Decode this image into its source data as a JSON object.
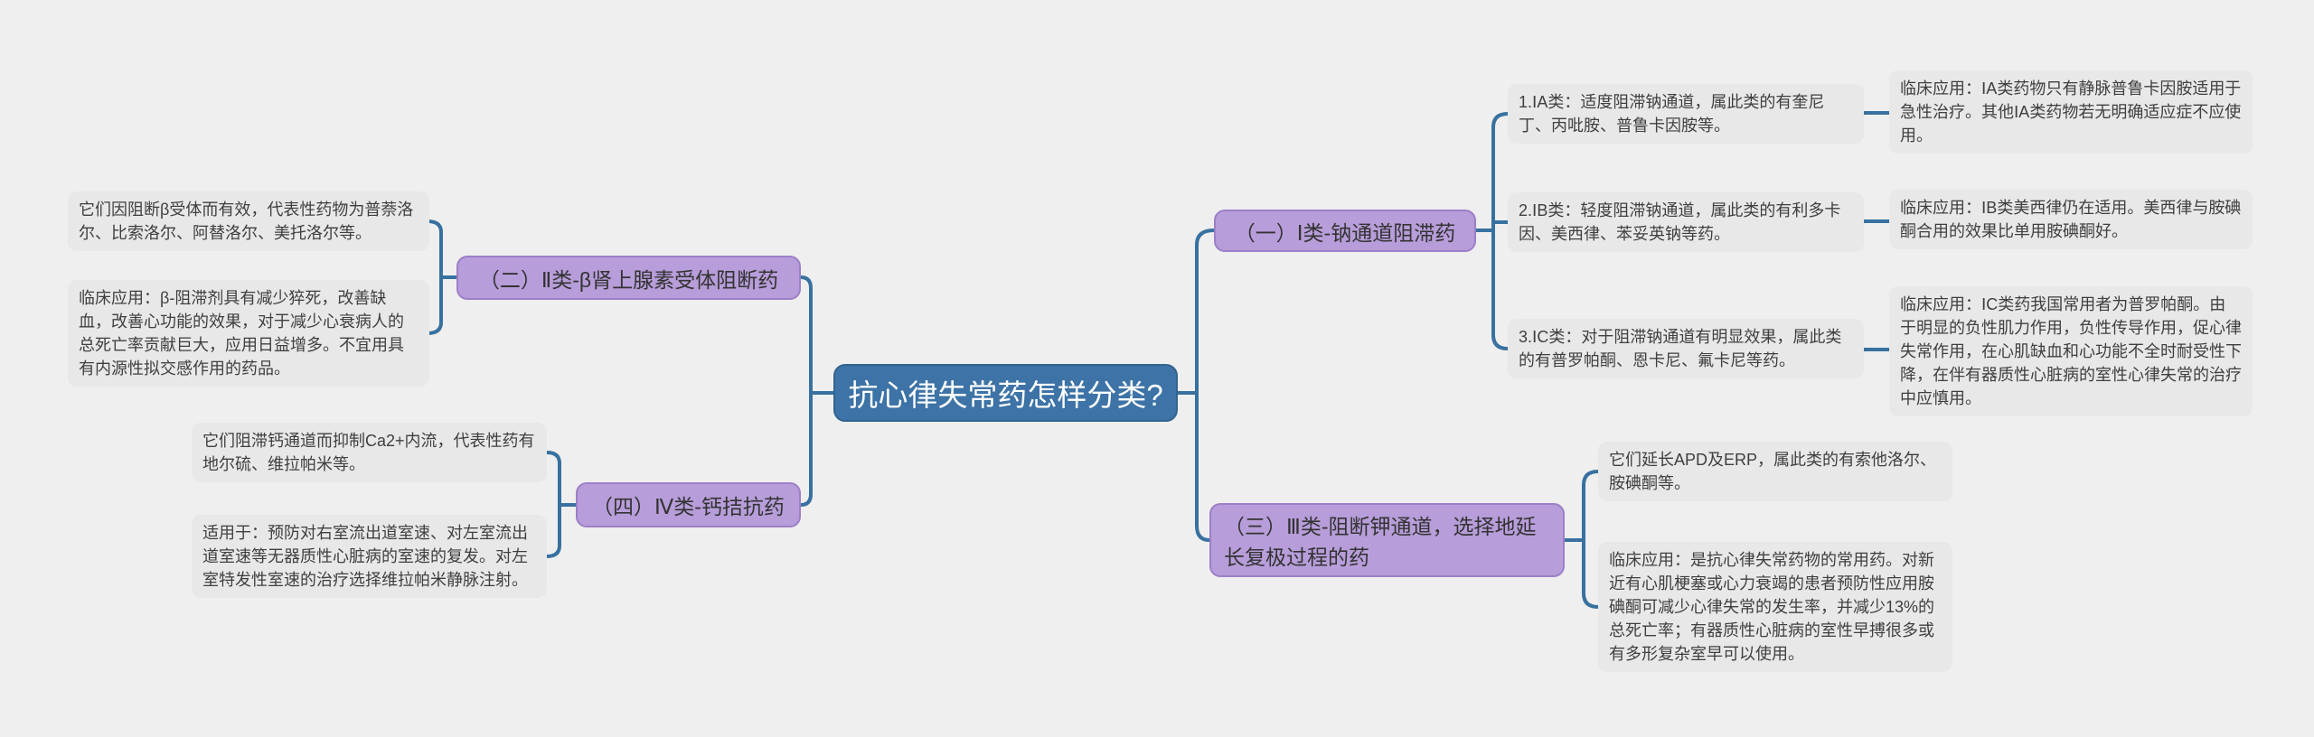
{
  "diagram_type": "mindmap",
  "colors": {
    "background": "#efefef",
    "central_fill": "#3d73a6",
    "central_border": "#33648f",
    "central_text": "#ffffff",
    "branch_fill": "#b79dd9",
    "branch_border": "#9c7fc7",
    "branch_text": "#333333",
    "leaf_fill": "#e8e8e8",
    "leaf_text": "#3f3f3f",
    "connector": "#38719f"
  },
  "central": {
    "label": "抗心律失常药怎样分类?"
  },
  "branches": [
    {
      "label": "（一）Ⅰ类-钠通道阻滞药",
      "children": [
        {
          "label": "1.ⅠA类：适度阻滞钠通道，属此类的有奎尼丁、丙吡胺、普鲁卡因胺等。",
          "clinical": "临床应用：ⅠA类药物只有静脉普鲁卡因胺适用于急性治疗。其他ⅠA类药物若无明确适应症不应使用。"
        },
        {
          "label": "2.ⅠB类：轻度阻滞钠通道，属此类的有利多卡因、美西律、苯妥英钠等药。",
          "clinical": "临床应用：ⅠB类美西律仍在适用。美西律与胺碘酮合用的效果比单用胺碘酮好。"
        },
        {
          "label": "3.ⅠC类：对于阻滞钠通道有明显效果，属此类的有普罗帕酮、恩卡尼、氟卡尼等药。",
          "clinical": "临床应用：ⅠC类药我国常用者为普罗帕酮。由于明显的负性肌力作用，负性传导作用，促心律失常作用，在心肌缺血和心功能不全时耐受性下降，在伴有器质性心脏病的室性心律失常的治疗中应慎用。"
        }
      ]
    },
    {
      "label": "（二）Ⅱ类-β肾上腺素受体阻断药",
      "children": [
        {
          "label": "它们因阻断β受体而有效，代表性药物为普萘洛尔、比索洛尔、阿替洛尔、美托洛尔等。"
        },
        {
          "label": "临床应用：β-阻滞剂具有减少猝死，改善缺血，改善心功能的效果，对于减少心衰病人的总死亡率贡献巨大，应用日益增多。不宜用具有内源性拟交感作用的药品。"
        }
      ]
    },
    {
      "label": "（三）Ⅲ类-阻断钾通道，选择地延长复极过程的药",
      "children": [
        {
          "label": "它们延长APD及ERP，属此类的有索他洛尔、胺碘酮等。"
        },
        {
          "label": "临床应用：是抗心律失常药物的常用药。对新近有心肌梗塞或心力衰竭的患者预防性应用胺碘酮可减少心律失常的发生率，并减少13%的总死亡率；有器质性心脏病的室性早搏很多或有多形复杂室早可以使用。"
        }
      ]
    },
    {
      "label": "（四）Ⅳ类-钙拮抗药",
      "children": [
        {
          "label": "它们阻滞钙通道而抑制Ca2+内流，代表性药有地尔硫、维拉帕米等。"
        },
        {
          "label": "适用于：预防对右室流出道室速、对左室流出道室速等无器质性心脏病的室速的复发。对左室特发性室速的治疗选择维拉帕米静脉注射。"
        }
      ]
    }
  ]
}
